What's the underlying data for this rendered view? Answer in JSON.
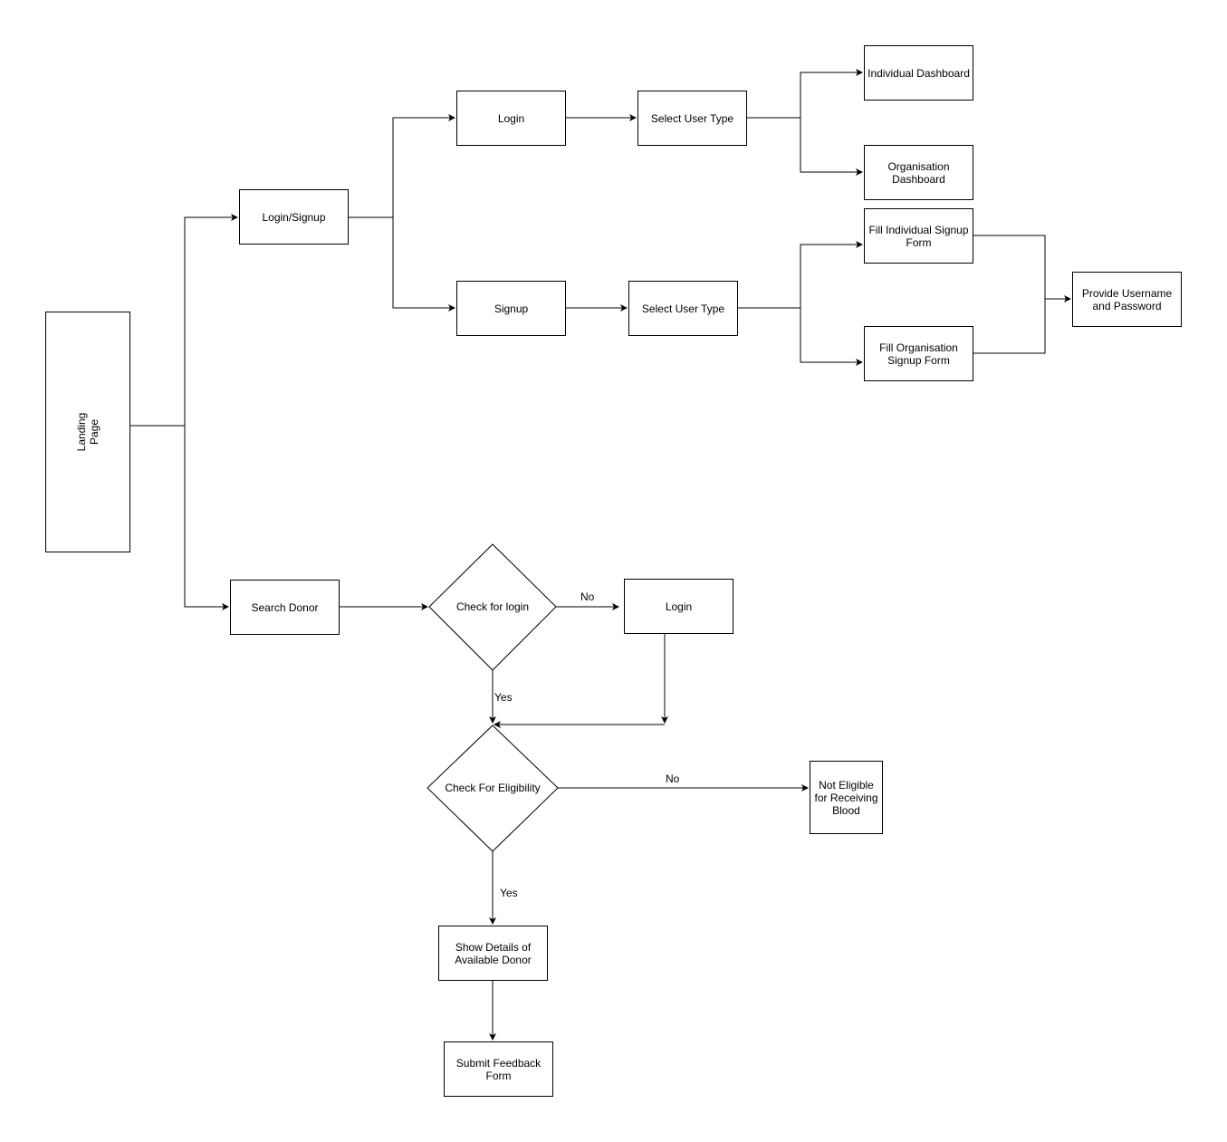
{
  "nodes": {
    "landing_page": "Landing Page",
    "login_signup": "Login/Signup",
    "login_top": "Login",
    "select_user_type_login": "Select User Type",
    "individual_dashboard": "Individual Dashboard",
    "organisation_dashboard": "Organisation Dashboard",
    "signup": "Signup",
    "select_user_type_signup": "Select User Type",
    "fill_individual_form": "Fill Individual Signup Form",
    "fill_organisation_form": "Fill Organisation Signup Form",
    "provide_credentials": "Provide Username and Password",
    "search_donor": "Search Donor",
    "check_login": "Check for login",
    "login_bottom": "Login",
    "check_eligibility": "Check For Eligibility",
    "not_eligible": "Not Eligible for Receiving Blood",
    "show_details": "Show Details of Available Donor",
    "submit_feedback": "Submit Feedback Form"
  },
  "edge_labels": {
    "login_no": "No",
    "login_yes": "Yes",
    "eligibility_no": "No",
    "eligibility_yes": "Yes"
  }
}
